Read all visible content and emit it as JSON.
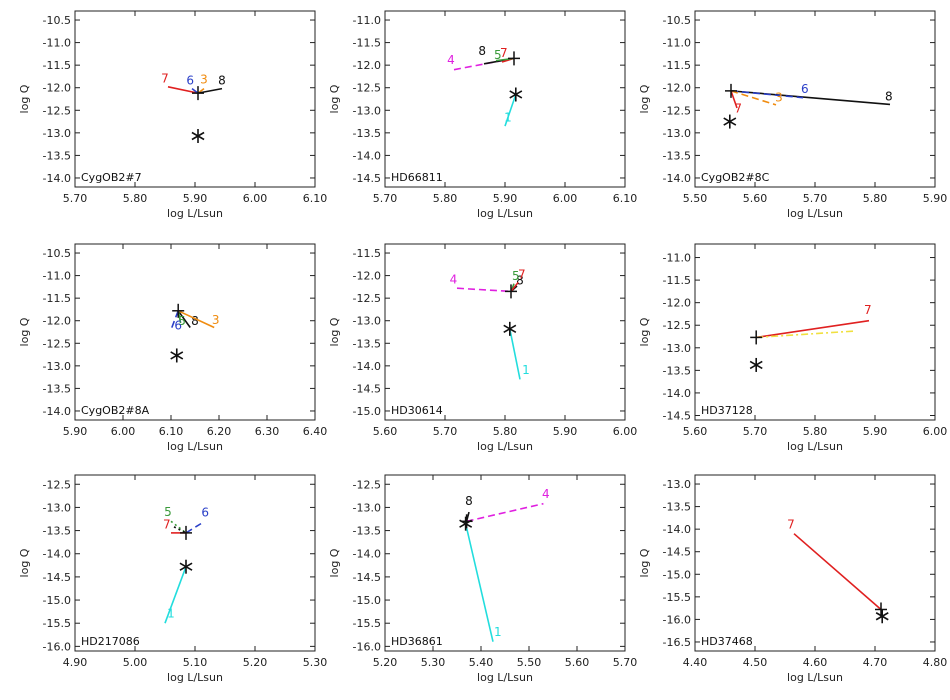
{
  "colors": {
    "black": "#111111",
    "red": "#e02020",
    "magenta": "#e020e0",
    "cyan": "#22dddd",
    "blue": "#2a3fc8",
    "orange": "#f08c10",
    "yellow": "#f0e040",
    "green": "#3a9a3a",
    "grey": "#444444"
  },
  "chart_data": [
    {
      "type": "line",
      "label": "CygOB2#7",
      "xlabel": "log L/Lsun",
      "ylabel": "log Q",
      "xlim": [
        5.7,
        6.1
      ],
      "ylim": [
        -14.2,
        -10.3
      ],
      "xticks": [
        "5.70",
        "5.80",
        "5.90",
        "6.00",
        "6.10"
      ],
      "yticks": [
        "-14.0",
        "-13.5",
        "-13.0",
        "-12.5",
        "-12.0",
        "-11.5",
        "-11.0",
        "-10.5"
      ],
      "plus": [
        5.905,
        -12.12
      ],
      "star": [
        5.905,
        -13.07
      ],
      "series": [
        {
          "name": "7",
          "color": "red",
          "dash": "solid",
          "x": [
            5.855,
            5.905
          ],
          "y": [
            -11.98,
            -12.12
          ],
          "label_at": [
            5.85,
            -11.88
          ]
        },
        {
          "name": "6",
          "color": "blue",
          "dash": "solid",
          "x": [
            5.895,
            5.905
          ],
          "y": [
            -12.02,
            -12.12
          ],
          "label_at": [
            5.892,
            -11.93
          ]
        },
        {
          "name": "3",
          "color": "orange",
          "dash": "solid",
          "x": [
            5.915,
            5.905
          ],
          "y": [
            -12.02,
            -12.12
          ],
          "label_at": [
            5.915,
            -11.91
          ]
        },
        {
          "name": "8",
          "color": "black",
          "dash": "solid",
          "x": [
            5.905,
            5.945
          ],
          "y": [
            -12.12,
            -12.02
          ],
          "label_at": [
            5.945,
            -11.93
          ]
        }
      ]
    },
    {
      "type": "line",
      "label": "HD66811",
      "xlabel": "log L/Lsun",
      "ylabel": "log Q",
      "xlim": [
        5.7,
        6.1
      ],
      "ylim": [
        -14.7,
        -10.8
      ],
      "xticks": [
        "5.70",
        "5.80",
        "5.90",
        "6.00",
        "6.10"
      ],
      "yticks": [
        "-14.5",
        "-14.0",
        "-13.5",
        "-13.0",
        "-12.5",
        "-12.0",
        "-11.5",
        "-11.0"
      ],
      "plus": [
        5.915,
        -11.85
      ],
      "star": [
        5.918,
        -12.65
      ],
      "series": [
        {
          "name": "4",
          "color": "magenta",
          "dash": "dash",
          "x": [
            5.815,
            5.915
          ],
          "y": [
            -12.1,
            -11.85
          ],
          "label_at": [
            5.81,
            -11.97
          ]
        },
        {
          "name": "8",
          "color": "black",
          "dash": "solid",
          "x": [
            5.865,
            5.915
          ],
          "y": [
            -11.97,
            -11.85
          ],
          "label_at": [
            5.862,
            -11.77
          ]
        },
        {
          "name": "7",
          "color": "red",
          "dash": "solid",
          "x": [
            5.895,
            5.915
          ],
          "y": [
            -11.93,
            -11.85
          ],
          "label_at": [
            5.898,
            -11.82
          ]
        },
        {
          "name": "5",
          "color": "green",
          "dash": "solid",
          "x": [
            5.885,
            5.915
          ],
          "y": [
            -11.9,
            -11.85
          ],
          "label_at": [
            5.888,
            -11.86
          ]
        },
        {
          "name": "1",
          "color": "cyan",
          "dash": "solid",
          "x": [
            5.918,
            5.9
          ],
          "y": [
            -12.65,
            -13.35
          ],
          "label_at": [
            5.905,
            -13.25
          ]
        }
      ]
    },
    {
      "type": "line",
      "label": "CygOB2#8C",
      "xlabel": "log L/Lsun",
      "ylabel": "log Q",
      "xlim": [
        5.5,
        5.9
      ],
      "ylim": [
        -14.2,
        -10.3
      ],
      "xticks": [
        "5.50",
        "5.60",
        "5.70",
        "5.80",
        "5.90"
      ],
      "yticks": [
        "-14.0",
        "-13.5",
        "-13.0",
        "-12.5",
        "-12.0",
        "-11.5",
        "-11.0",
        "-10.5"
      ],
      "plus": [
        5.56,
        -12.07
      ],
      "star": [
        5.558,
        -12.75
      ],
      "series": [
        {
          "name": "8",
          "color": "black",
          "dash": "solid",
          "x": [
            5.56,
            5.825
          ],
          "y": [
            -12.07,
            -12.37
          ],
          "label_at": [
            5.823,
            -12.28
          ]
        },
        {
          "name": "6",
          "color": "blue",
          "dash": "dash",
          "x": [
            5.56,
            5.68
          ],
          "y": [
            -12.07,
            -12.22
          ],
          "label_at": [
            5.683,
            -12.12
          ]
        },
        {
          "name": "3",
          "color": "orange",
          "dash": "dash",
          "x": [
            5.56,
            5.635
          ],
          "y": [
            -12.07,
            -12.38
          ],
          "label_at": [
            5.64,
            -12.3
          ]
        },
        {
          "name": "7",
          "color": "red",
          "dash": "solid",
          "x": [
            5.56,
            5.57
          ],
          "y": [
            -12.07,
            -12.45
          ],
          "label_at": [
            5.572,
            -12.55
          ]
        }
      ]
    },
    {
      "type": "line",
      "label": "CygOB2#8A",
      "xlabel": "log L/Lsun",
      "ylabel": "log Q",
      "xlim": [
        5.9,
        6.4
      ],
      "ylim": [
        -14.2,
        -10.3
      ],
      "xticks": [
        "5.90",
        "6.00",
        "6.10",
        "6.20",
        "6.30",
        "6.40"
      ],
      "yticks": [
        "-14.0",
        "-13.5",
        "-13.0",
        "-12.5",
        "-12.0",
        "-11.5",
        "-11.0",
        "-10.5"
      ],
      "plus": [
        6.115,
        -11.78
      ],
      "star": [
        6.112,
        -12.77
      ],
      "series": [
        {
          "name": "8",
          "color": "black",
          "dash": "solid",
          "x": [
            6.115,
            6.14
          ],
          "y": [
            -11.78,
            -12.15
          ],
          "label_at": [
            6.15,
            -12.1
          ]
        },
        {
          "name": "3",
          "color": "orange",
          "dash": "solid",
          "x": [
            6.115,
            6.19
          ],
          "y": [
            -11.78,
            -12.15
          ],
          "label_at": [
            6.193,
            -12.07
          ]
        },
        {
          "name": "5",
          "color": "green",
          "dash": "solid",
          "x": [
            6.115,
            6.12
          ],
          "y": [
            -11.78,
            -12.05
          ],
          "label_at": [
            6.123,
            -12.1
          ]
        },
        {
          "name": "6",
          "color": "blue",
          "dash": "dash",
          "x": [
            6.115,
            6.1
          ],
          "y": [
            -11.78,
            -12.2
          ],
          "label_at": [
            6.115,
            -12.2
          ]
        }
      ]
    },
    {
      "type": "line",
      "label": "HD30614",
      "xlabel": "log L/Lsun",
      "ylabel": "log Q",
      "xlim": [
        5.6,
        6.0
      ],
      "ylim": [
        -15.2,
        -11.3
      ],
      "xticks": [
        "5.60",
        "5.70",
        "5.80",
        "5.90",
        "6.00"
      ],
      "yticks": [
        "-15.0",
        "-14.5",
        "-14.0",
        "-13.5",
        "-13.0",
        "-12.5",
        "-12.0",
        "-11.5"
      ],
      "plus": [
        5.81,
        -12.35
      ],
      "star": [
        5.808,
        -13.18
      ],
      "series": [
        {
          "name": "4",
          "color": "magenta",
          "dash": "dash",
          "x": [
            5.72,
            5.81
          ],
          "y": [
            -12.28,
            -12.35
          ],
          "label_at": [
            5.714,
            -12.18
          ]
        },
        {
          "name": "8",
          "color": "black",
          "dash": "solid",
          "x": [
            5.81,
            5.82
          ],
          "y": [
            -12.35,
            -12.23
          ],
          "label_at": [
            5.825,
            -12.2
          ]
        },
        {
          "name": "5",
          "color": "green",
          "dash": "solid",
          "x": [
            5.81,
            5.815
          ],
          "y": [
            -12.35,
            -12.18
          ],
          "label_at": [
            5.818,
            -12.1
          ]
        },
        {
          "name": "7",
          "color": "red",
          "dash": "solid",
          "x": [
            5.81,
            5.822
          ],
          "y": [
            -12.35,
            -12.15
          ],
          "label_at": [
            5.828,
            -12.07
          ]
        },
        {
          "name": "1",
          "color": "cyan",
          "dash": "solid",
          "x": [
            5.808,
            5.825
          ],
          "y": [
            -13.18,
            -14.3
          ],
          "label_at": [
            5.835,
            -14.18
          ]
        }
      ]
    },
    {
      "type": "line",
      "label": "HD37128",
      "xlabel": "log L/Lsun",
      "ylabel": "log Q",
      "xlim": [
        5.6,
        6.0
      ],
      "ylim": [
        -14.6,
        -10.7
      ],
      "xticks": [
        "5.60",
        "5.70",
        "5.80",
        "5.90",
        "6.00"
      ],
      "yticks": [
        "-14.5",
        "-14.0",
        "-13.5",
        "-13.0",
        "-12.5",
        "-12.0",
        "-11.5",
        "-11.0"
      ],
      "plus": [
        5.702,
        -12.77
      ],
      "star": [
        5.702,
        -13.38
      ],
      "series": [
        {
          "name": "7",
          "color": "red",
          "dash": "solid",
          "x": [
            5.702,
            5.89
          ],
          "y": [
            -12.77,
            -12.4
          ],
          "label_at": [
            5.888,
            -12.25
          ]
        },
        {
          "name": "",
          "color": "yellow",
          "dash": "dashdot",
          "x": [
            5.702,
            5.865
          ],
          "y": [
            -12.77,
            -12.63
          ],
          "label_at": null
        }
      ]
    },
    {
      "type": "line",
      "label": "HD217086",
      "xlabel": "log L/Lsun",
      "ylabel": "log Q",
      "xlim": [
        4.9,
        5.3
      ],
      "ylim": [
        -16.1,
        -12.3
      ],
      "xticks": [
        "4.90",
        "5.00",
        "5.10",
        "5.20",
        "5.30"
      ],
      "yticks": [
        "-16.0",
        "-15.5",
        "-15.0",
        "-14.5",
        "-14.0",
        "-13.5",
        "-13.0",
        "-12.5"
      ],
      "plus": [
        5.085,
        -13.55
      ],
      "star": [
        5.085,
        -14.28
      ],
      "series": [
        {
          "name": "5",
          "color": "green",
          "dash": "dot",
          "x": [
            5.06,
            5.085
          ],
          "y": [
            -13.3,
            -13.55
          ],
          "label_at": [
            5.055,
            -13.18
          ]
        },
        {
          "name": "7",
          "color": "red",
          "dash": "solid",
          "x": [
            5.06,
            5.085
          ],
          "y": [
            -13.55,
            -13.55
          ],
          "label_at": [
            5.053,
            -13.46
          ]
        },
        {
          "name": "6",
          "color": "blue",
          "dash": "dash",
          "x": [
            5.085,
            5.11
          ],
          "y": [
            -13.55,
            -13.35
          ],
          "label_at": [
            5.117,
            -13.2
          ]
        },
        {
          "name": "",
          "color": "black",
          "dash": "dot",
          "x": [
            5.065,
            5.085
          ],
          "y": [
            -13.42,
            -13.55
          ],
          "label_at": null
        },
        {
          "name": "1",
          "color": "cyan",
          "dash": "solid",
          "x": [
            5.085,
            5.05
          ],
          "y": [
            -14.28,
            -15.5
          ],
          "label_at": [
            5.06,
            -15.38
          ]
        }
      ]
    },
    {
      "type": "line",
      "label": "HD36861",
      "xlabel": "log L/Lsun",
      "ylabel": "log Q",
      "xlim": [
        5.2,
        5.7
      ],
      "ylim": [
        -16.1,
        -12.3
      ],
      "xticks": [
        "5.20",
        "5.30",
        "5.40",
        "5.50",
        "5.60",
        "5.70"
      ],
      "yticks": [
        "-16.0",
        "-15.5",
        "-15.0",
        "-14.5",
        "-14.0",
        "-13.5",
        "-13.0",
        "-12.5"
      ],
      "plus": [
        5.37,
        -13.3
      ],
      "star": [
        5.368,
        -13.35
      ],
      "series": [
        {
          "name": "4",
          "color": "magenta",
          "dash": "dash",
          "x": [
            5.37,
            5.53
          ],
          "y": [
            -13.3,
            -12.92
          ],
          "label_at": [
            5.535,
            -12.8
          ]
        },
        {
          "name": "8",
          "color": "black",
          "dash": "solid",
          "x": [
            5.37,
            5.375
          ],
          "y": [
            -13.3,
            -13.1
          ],
          "label_at": [
            5.375,
            -12.95
          ]
        },
        {
          "name": "1",
          "color": "cyan",
          "dash": "solid",
          "x": [
            5.368,
            5.425
          ],
          "y": [
            -13.35,
            -15.9
          ],
          "label_at": [
            5.435,
            -15.78
          ]
        }
      ]
    },
    {
      "type": "line",
      "label": "HD37468",
      "xlabel": "log L/Lsun",
      "ylabel": "log Q",
      "xlim": [
        4.4,
        4.8
      ],
      "ylim": [
        -16.7,
        -12.8
      ],
      "xticks": [
        "4.40",
        "4.50",
        "4.60",
        "4.70",
        "4.80"
      ],
      "yticks": [
        "-16.5",
        "-16.0",
        "-15.5",
        "-15.0",
        "-14.5",
        "-14.0",
        "-13.5",
        "-13.0"
      ],
      "plus": [
        4.71,
        -15.78
      ],
      "star": [
        4.712,
        -15.93
      ],
      "series": [
        {
          "name": "7",
          "color": "red",
          "dash": "solid",
          "x": [
            4.565,
            4.71
          ],
          "y": [
            -14.1,
            -15.78
          ],
          "label_at": [
            4.56,
            -13.98
          ]
        }
      ]
    }
  ]
}
